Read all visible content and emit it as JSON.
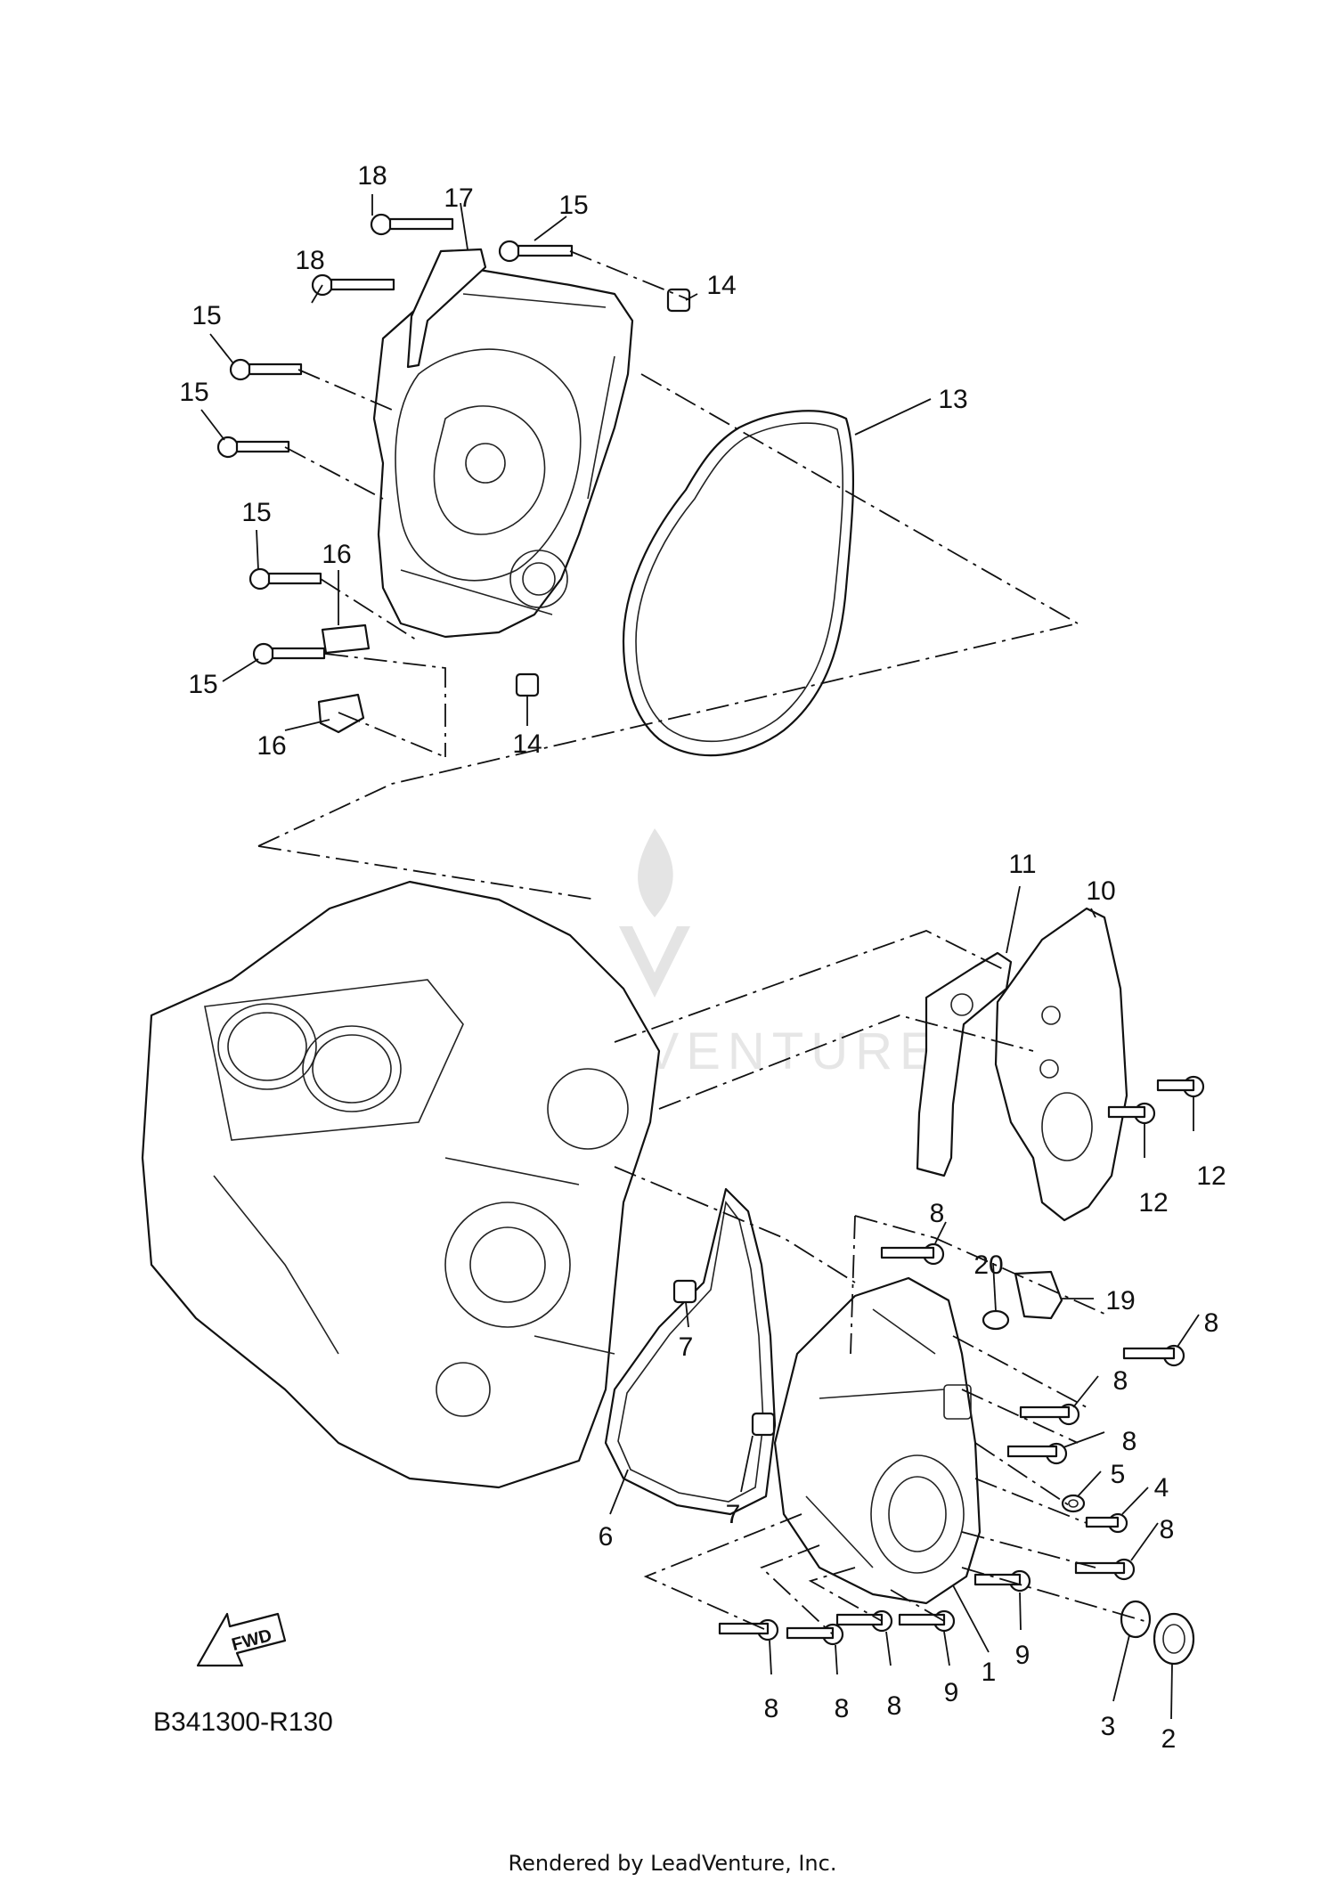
{
  "callouts": {
    "c1": "1",
    "c2": "2",
    "c3": "3",
    "c4": "4",
    "c5": "5",
    "c6": "6",
    "c7": "7",
    "c8": "8",
    "c9": "9",
    "c10": "10",
    "c11": "11",
    "c12": "12",
    "c13": "13",
    "c14": "14",
    "c15": "15",
    "c16": "16",
    "c17": "17",
    "c18": "18",
    "c19": "19",
    "c20": "20"
  },
  "fwd_label": "FWD",
  "diagram_code": "B341300-R130",
  "footer": "Rendered by LeadVenture, Inc.",
  "watermark_text": "LEADVENTURE",
  "colors": {
    "ink": "#111111",
    "watermark": "#e4e4e4",
    "background": "#ffffff"
  }
}
